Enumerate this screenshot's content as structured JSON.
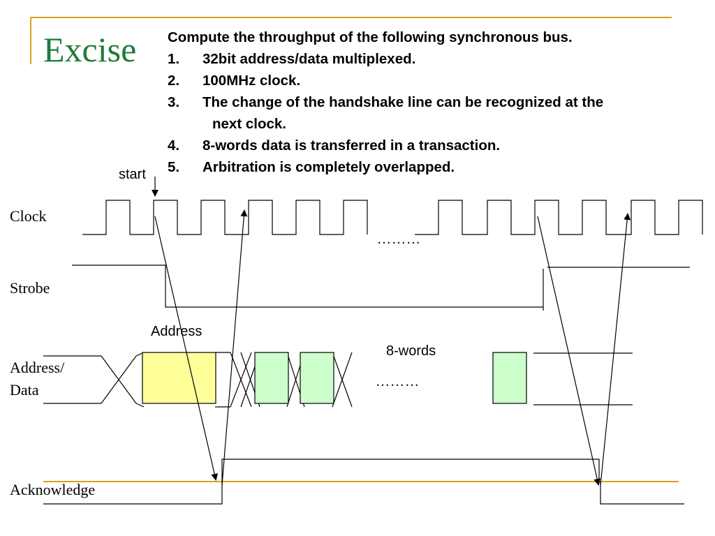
{
  "slide": {
    "title": "Excise"
  },
  "problem": {
    "heading": "Compute the throughput of the following synchronous bus.",
    "items": [
      {
        "num": "1.",
        "text": "32bit address/data multiplexed."
      },
      {
        "num": "2.",
        "text": "100MHz clock."
      },
      {
        "num": "3.",
        "text": "The change of the handshake line can be recognized at the",
        "cont": "next clock."
      },
      {
        "num": "4.",
        "text": "8-words data is transferred in a transaction."
      },
      {
        "num": "5.",
        "text": "Arbitration is completely overlapped."
      }
    ]
  },
  "diagram": {
    "signals": {
      "clock": "Clock",
      "strobe": "Strobe",
      "address_data_line1": "Address/",
      "address_data_line2": "Data",
      "acknowledge": "Acknowledge"
    },
    "labels": {
      "start": "start",
      "address": "Address",
      "words": "8-words",
      "dots": "………"
    },
    "colors": {
      "title": "#1f7a3a",
      "rule": "#d9a11e",
      "address_block": "#ffff99",
      "data_block": "#ccffcc",
      "line": "#000000"
    }
  }
}
